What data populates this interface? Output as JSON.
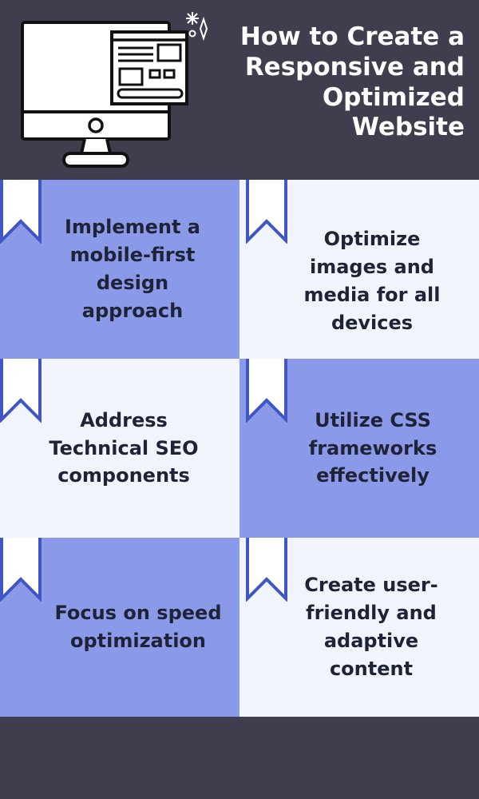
{
  "header": {
    "title_lines": [
      "How to Create a",
      "Responsive and",
      "Optimized",
      "Website"
    ]
  },
  "icons": {
    "monitor": "monitor-icon",
    "sparkle": "sparkle-icon",
    "bookmark": "bookmark-icon"
  },
  "colors": {
    "dark_bg": "#403d4e",
    "blue_cell": "#8a9ae8",
    "light_cell": "#f2f4fb",
    "bookmark_stroke": "#3f56c4",
    "text_dark": "#1f2337",
    "text_light": "#ffffff"
  },
  "tips": [
    {
      "text": "Implement a mobile-first design approach",
      "style": "blue"
    },
    {
      "text": "Optimize images and media for all devices",
      "style": "white"
    },
    {
      "text": "Address Technical SEO components",
      "style": "white"
    },
    {
      "text": "Utilize CSS frameworks effectively",
      "style": "blue"
    },
    {
      "text": "Focus on speed optimization",
      "style": "blue"
    },
    {
      "text": "Create user-friendly and adaptive content",
      "style": "white"
    }
  ]
}
